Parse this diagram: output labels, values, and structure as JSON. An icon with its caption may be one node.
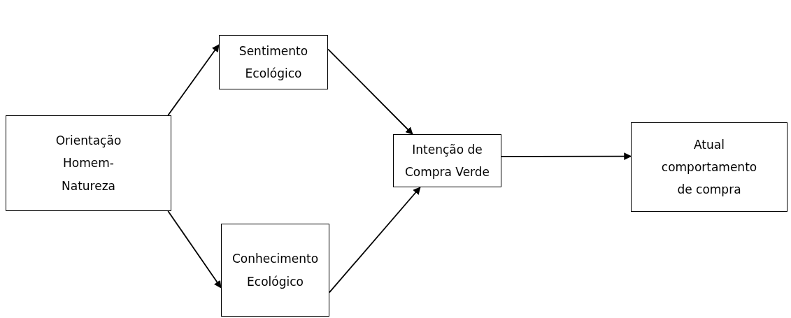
{
  "diagram": {
    "nodes": [
      {
        "text": [
          "Orientação Homem-Natureza"
        ]
      },
      {
        "text": [
          "Sentimento Ecológico"
        ]
      },
      {
        "text": [
          "Conhecimento Ecológico"
        ]
      },
      {
        "text": [
          "Intenção de Compra Verde"
        ]
      },
      {
        "text": [
          "Atual comportamento de compra"
        ]
      }
    ],
    "edges": [
      {
        "from": 0,
        "to": 1,
        "arrow": "to"
      },
      {
        "from": 1,
        "to": 3,
        "arrow": "to"
      },
      {
        "from": 0,
        "to": 2,
        "arrow": "to"
      },
      {
        "from": 2,
        "to": 3,
        "arrow": "to"
      },
      {
        "from": 3,
        "to": 4,
        "arrow": "to"
      }
    ]
  }
}
